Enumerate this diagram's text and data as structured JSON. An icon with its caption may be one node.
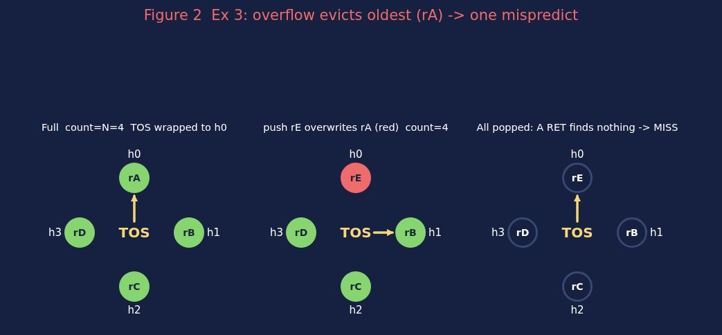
{
  "diagram": {
    "title": "Figure 2  Ex 3: overflow evicts oldest (rA) -> one mispredict",
    "nodes": [
      {
        "text": [
          "rA"
        ],
        "beside": [
          "h0"
        ]
      },
      {
        "text": [
          "rB"
        ],
        "beside": [
          "h1"
        ]
      },
      {
        "text": [
          "rC"
        ],
        "beside": [
          "h2"
        ]
      },
      {
        "text": [
          "rD"
        ],
        "beside": [
          "h3"
        ]
      },
      {
        "text": [
          "TOS"
        ]
      },
      {
        "text": [
          "rE"
        ],
        "beside": [
          "h0"
        ]
      },
      {
        "text": [
          "rB"
        ],
        "beside": [
          "h1"
        ]
      },
      {
        "text": [
          "rC"
        ],
        "beside": [
          "h2"
        ]
      },
      {
        "text": [
          "rD"
        ],
        "beside": [
          "h3"
        ]
      },
      {
        "text": [
          "TOS"
        ]
      },
      {
        "text": [
          "rE"
        ],
        "beside": [
          "h0"
        ]
      },
      {
        "text": [
          "rB"
        ],
        "beside": [
          "h1"
        ]
      },
      {
        "text": [
          "rC"
        ],
        "beside": [
          "h2"
        ]
      },
      {
        "text": [
          "rD"
        ],
        "beside": [
          "h3"
        ]
      },
      {
        "text": [
          "TOS"
        ]
      }
    ],
    "edges": [
      {
        "from": 4,
        "to": 0,
        "arrow": "to"
      },
      {
        "from": 9,
        "to": 6,
        "arrow": "to"
      },
      {
        "from": 14,
        "to": 10,
        "arrow": "to"
      }
    ],
    "labels": [
      "Full  count=N=4  TOS wrapped to h0",
      "push rE overwrites rA (red)  count=4",
      "All popped: A RET finds nothing -> MISS"
    ]
  }
}
